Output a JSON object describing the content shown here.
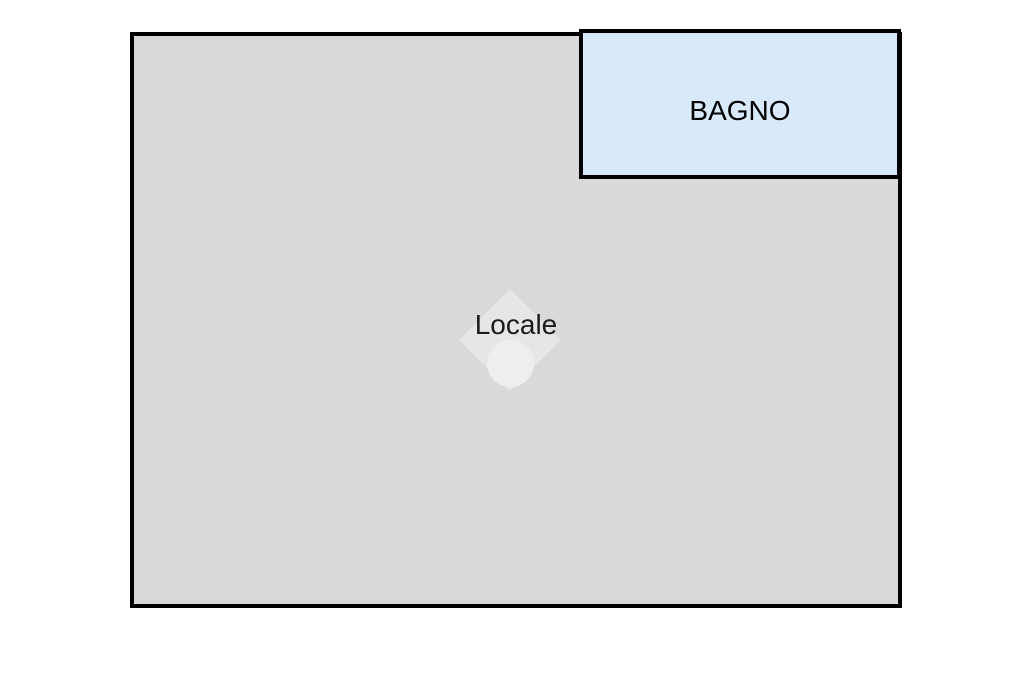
{
  "plan": {
    "type": "floor-plan",
    "background_color": "#ffffff",
    "wall_color": "#000000",
    "rooms": [
      {
        "id": "locale",
        "label": "Locale",
        "fill": "#d9d9d9",
        "border": "#000000"
      },
      {
        "id": "bagno",
        "label": "BAGNO",
        "fill": "#d7e9fb",
        "border": "#000000"
      }
    ],
    "watermark": {
      "diamond_color": "#e6e6e6",
      "circle_color": "#eeeeee"
    }
  }
}
